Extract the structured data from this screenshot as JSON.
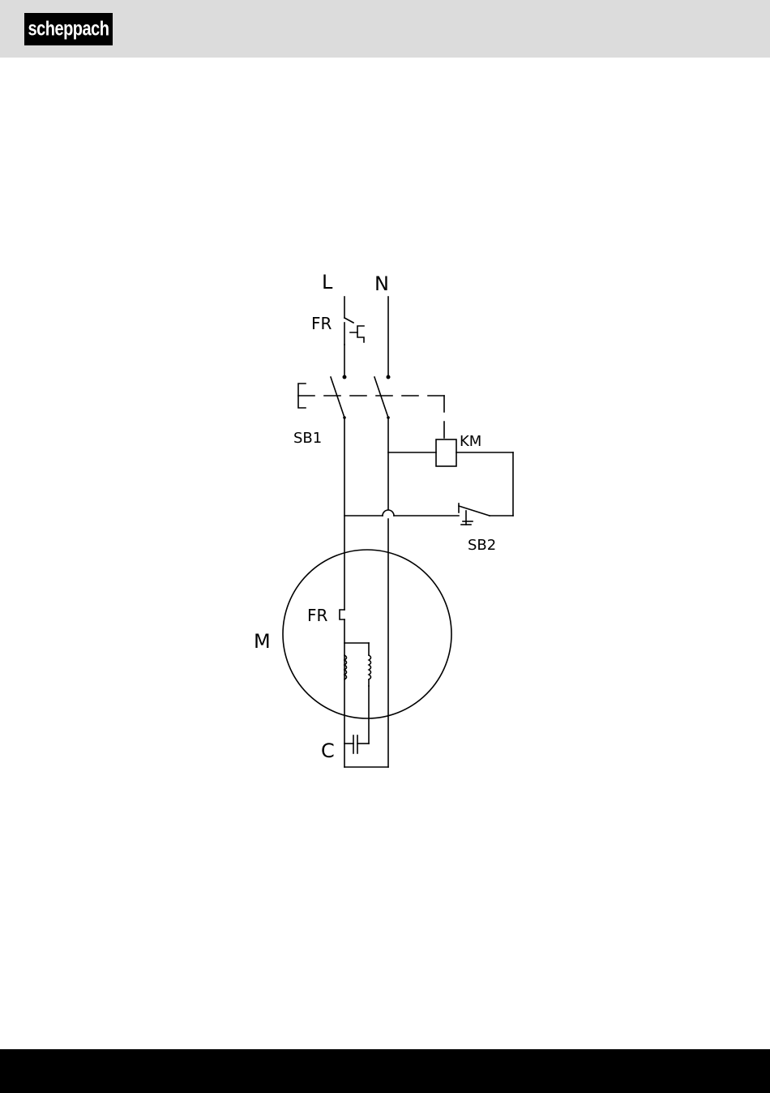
{
  "header": {
    "logo_text": "scheppach",
    "background_color": "#dcdcdc"
  },
  "diagram": {
    "labels": {
      "L": "L",
      "N": "N",
      "FR_top": "FR",
      "SB1": "SB1",
      "KM": "KM",
      "SB2": "SB2",
      "FR_motor": "FR",
      "M": "M",
      "C": "C"
    }
  },
  "footer": {
    "background_color": "#000000"
  }
}
